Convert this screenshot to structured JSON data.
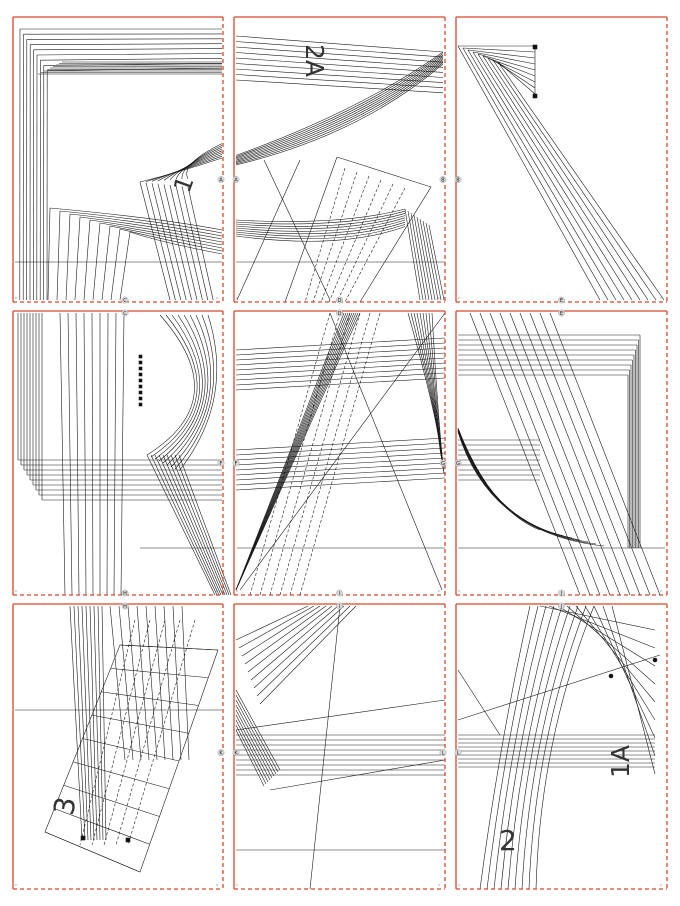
{
  "page": {
    "frame_color": "#d9472b",
    "line_color": "#1a1a1a",
    "columns": 3,
    "rows": 3
  },
  "tiles": [
    {
      "id": "A1",
      "top_marker": "",
      "left_marker": "",
      "right_marker": "A",
      "bottom_marker": "C"
    },
    {
      "id": "B1",
      "top_marker": "",
      "left_marker": "A",
      "right_marker": "B",
      "bottom_marker": "D"
    },
    {
      "id": "C1",
      "top_marker": "",
      "left_marker": "B",
      "right_marker": "",
      "bottom_marker": "E"
    },
    {
      "id": "A2",
      "top_marker": "C",
      "left_marker": "",
      "right_marker": "F",
      "bottom_marker": "H"
    },
    {
      "id": "B2",
      "top_marker": "D",
      "left_marker": "F",
      "right_marker": "G",
      "bottom_marker": "I"
    },
    {
      "id": "C2",
      "top_marker": "E",
      "left_marker": "G",
      "right_marker": "",
      "bottom_marker": "J"
    },
    {
      "id": "A3",
      "top_marker": "H",
      "left_marker": "",
      "right_marker": "K",
      "bottom_marker": ""
    },
    {
      "id": "B3",
      "top_marker": "I",
      "left_marker": "K",
      "right_marker": "L",
      "bottom_marker": ""
    },
    {
      "id": "C3",
      "top_marker": "J",
      "left_marker": "L",
      "right_marker": "",
      "bottom_marker": ""
    }
  ],
  "piece_labels": {
    "p1": "1",
    "p2A": "2A",
    "p3": "3",
    "p1A": "1A",
    "p2": "2"
  }
}
